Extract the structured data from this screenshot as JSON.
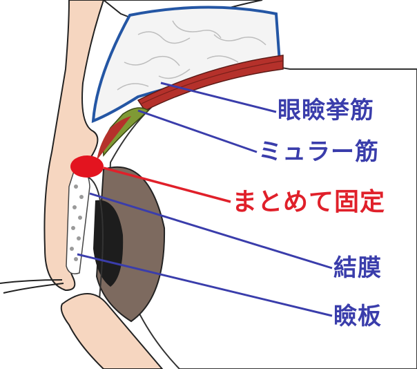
{
  "colors": {
    "label_blue": "#3a3dab",
    "label_red": "#e0202a",
    "skin": "#f6d6c0",
    "muscle_red": "#b5312b",
    "muller_green": "#7f9a35",
    "fat_outline": "#2456a4",
    "iris": "#7d6a5f",
    "pupil": "#1d1d1d",
    "marker_red": "#e3141f"
  },
  "labels": {
    "levator": "眼瞼挙筋",
    "muller": "ミュラー筋",
    "fixed_together": "まとめて固定",
    "conjunctiva": "結膜",
    "tarsus": "瞼板"
  }
}
